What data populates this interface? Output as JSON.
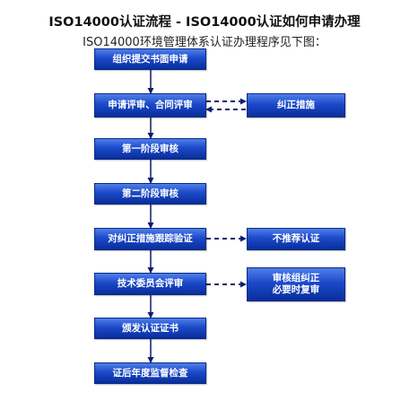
{
  "header": {
    "title": "ISO14000认证流程 - ISO14000认证如何申请办理",
    "subtitle": "ISO14000环境管理体系认证办理程序见下图："
  },
  "main_steps": [
    "组织提交书面申请",
    "申请评审、合同评审",
    "第一阶段审核",
    "第二阶段审核",
    "对纠正措施跟踪验证",
    "技术委员会评审",
    "颁发认证证书",
    "证后年度监督检查"
  ],
  "side_steps": {
    "corrective_measures": "纠正措施",
    "not_recommended": "不推荐认证",
    "review_team_correction": "审核组纠正\n必要时复审"
  },
  "colors": {
    "box_top": "#4f7fe8",
    "box_bottom": "#082e9b",
    "arrow": "#0a1f6e"
  }
}
